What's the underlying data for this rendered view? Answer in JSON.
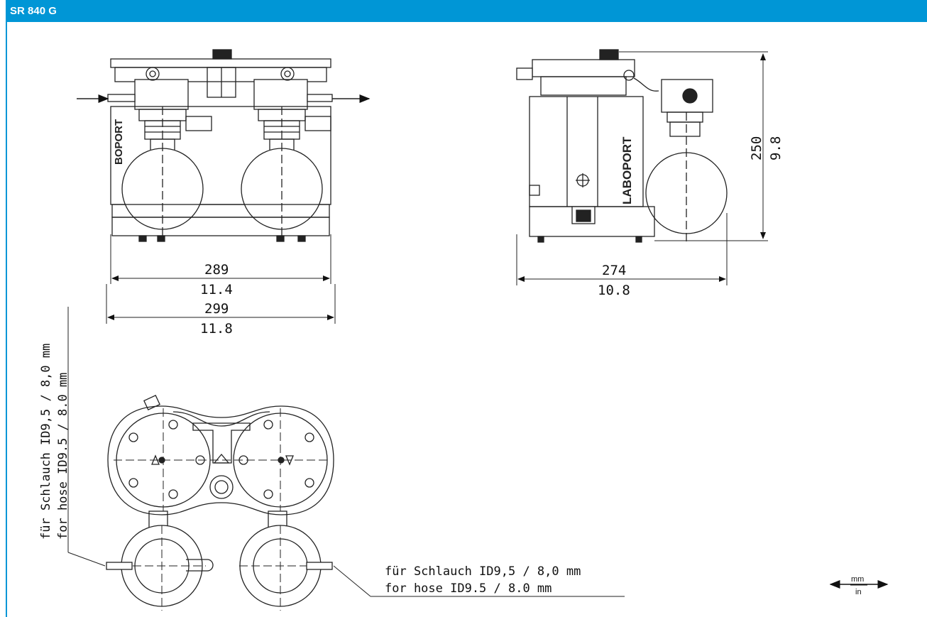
{
  "header": {
    "title": "SR 840 G"
  },
  "front_view": {
    "width_mm": "289",
    "width_in": "11.4",
    "overall_mm": "299",
    "overall_in": "11.8",
    "brand_label": "BOPORT"
  },
  "side_view": {
    "depth_mm": "274",
    "depth_in": "10.8",
    "height_mm": "250",
    "height_in": "9.8",
    "brand_label": "LABOPORT"
  },
  "top_view": {
    "note_de": "für Schlauch ID9,5 / 8,0 mm",
    "note_en": "for hose ID9.5 / 8.0 mm",
    "note_de_vertical": "für Schlauch ID9,5 / 8,0 mm",
    "note_en_vertical": "for hose ID9.5 / 8.0 mm"
  },
  "legend": {
    "unit_top": "mm",
    "unit_bottom": "in"
  },
  "colors": {
    "accent": "#0096d6"
  }
}
